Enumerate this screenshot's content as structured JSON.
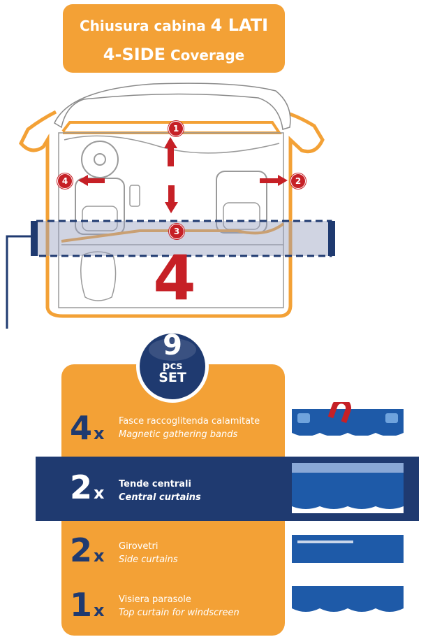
{
  "title": {
    "line1_prefix": "Chiusura cabina",
    "line1_emph": "4 LATI",
    "line2_emph": "4-SIDE",
    "line2_suffix": "Coverage"
  },
  "diagram": {
    "markers": [
      "1",
      "2",
      "3",
      "4"
    ],
    "big_number": "4"
  },
  "badge": {
    "number": "9",
    "pcs": "pcs",
    "set": "SET"
  },
  "items": [
    {
      "count": "4",
      "x": "x",
      "it": "Fasce raccoglitenda calamitate",
      "en": "Magnetic gathering bands"
    },
    {
      "count": "2",
      "x": "x",
      "it": "Tende centrali",
      "en": "Central curtains"
    },
    {
      "count": "2",
      "x": "x",
      "it": "Girovetri",
      "en": "Side curtains"
    },
    {
      "count": "1",
      "x": "x",
      "it": "Visiera parasole",
      "en": "Top curtain for windscreen"
    }
  ],
  "colors": {
    "orange": "#f3a136",
    "navy": "#1f3a70",
    "red": "#c62026",
    "curtain_blue": "#1e5aa8"
  }
}
